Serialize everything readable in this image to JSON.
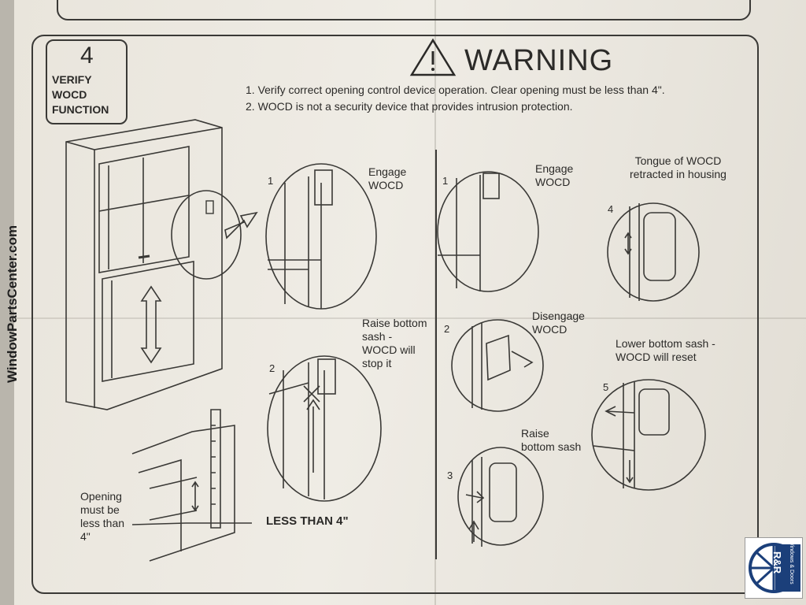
{
  "side_watermark": "WindowPartsCenter.com",
  "step": {
    "number": "4",
    "title_lines": [
      "VERIFY",
      "WOCD",
      "FUNCTION"
    ]
  },
  "warning": {
    "title": "WARNING",
    "lines": [
      "1.  Verify correct opening control device operation.  Clear opening must be less than 4\".",
      "2.  WOCD is not a security device that provides intrusion protection."
    ]
  },
  "left_column": {
    "s1_num": "1",
    "s1_label": "Engage\nWOCD",
    "s2_num": "2",
    "s2_label": "Raise bottom\nsash -\nWOCD will\nstop it"
  },
  "right_column": {
    "s1_num": "1",
    "s1_label": "Engage\nWOCD",
    "s2_num": "2",
    "s2_label": "Disengage\nWOCD",
    "s3_num": "3",
    "s3_label": "Raise\nbottom sash",
    "s4_num": "4",
    "s4_label": "Tongue of WOCD\nretracted in housing",
    "s5_num": "5",
    "s5_label": "Lower bottom sash -\nWOCD will reset"
  },
  "opening": {
    "label": "Opening\nmust be\nless than\n4\"",
    "measure": "LESS THAN 4\""
  },
  "logo": {
    "initials": "R&R",
    "sub": "Windows & Doors"
  },
  "colors": {
    "paper": "#ece8e0",
    "ink": "#2b2a28",
    "brand": "#1b3f7a"
  }
}
